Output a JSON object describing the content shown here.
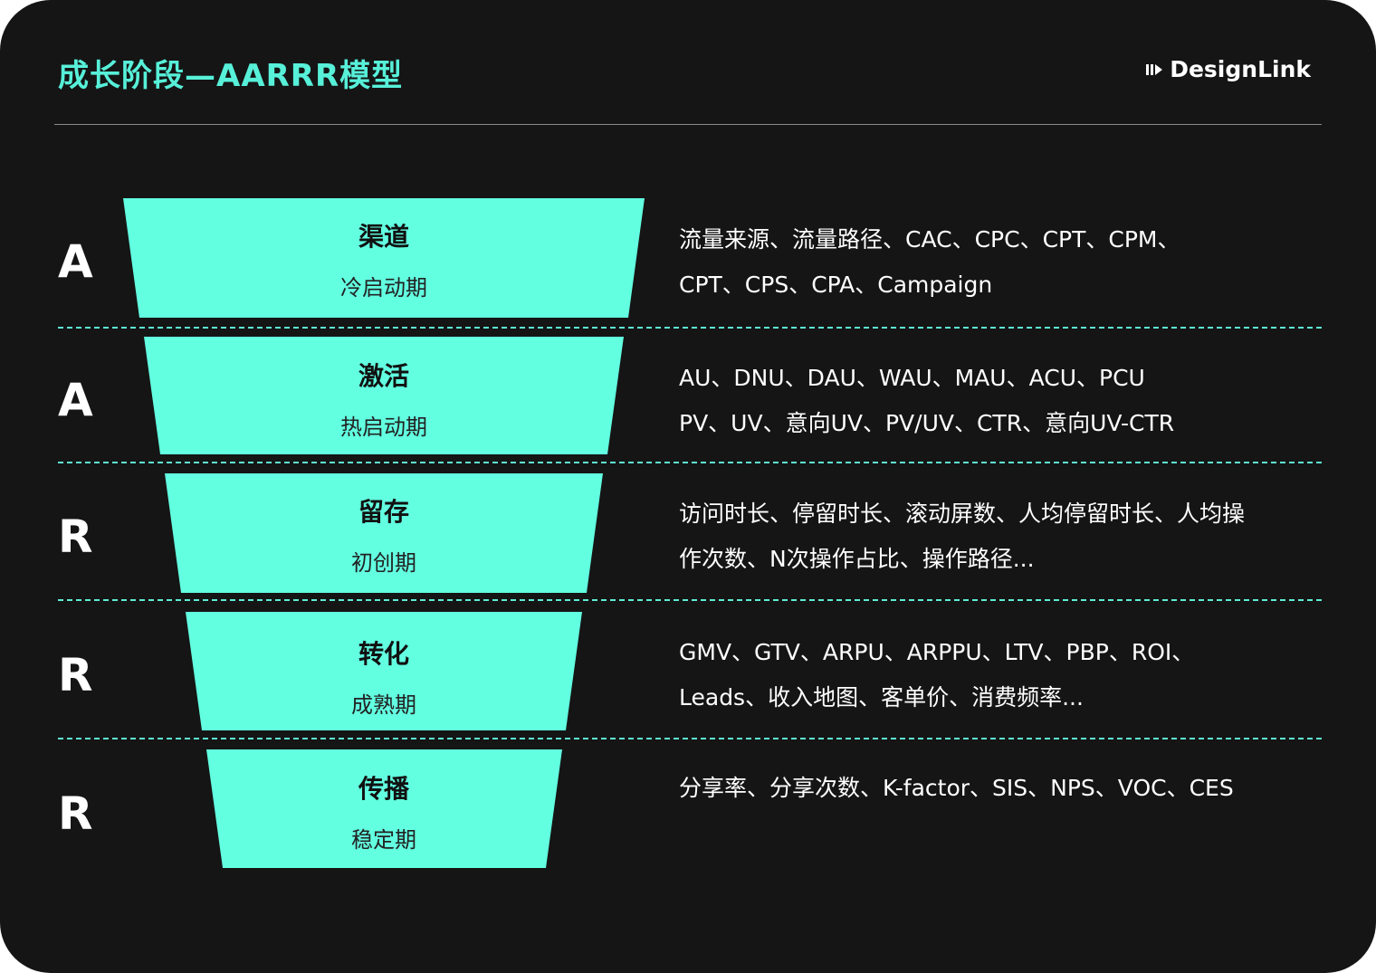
{
  "header": {
    "title": "成长阶段—AARRR模型",
    "brand": "DesignLink",
    "brand_icon": "designlink-logo-icon"
  },
  "colors": {
    "background": "#151515",
    "accent": "#62FFE1",
    "title": "#57F0D9",
    "divider": "#5EEDD4"
  },
  "stages": [
    {
      "letter": "A",
      "name": "渠道",
      "period": "冷启动期",
      "metrics": [
        "流量来源、流量路径、CAC、CPC、CPT、CPM、",
        "CPT、CPS、CPA、Campaign"
      ]
    },
    {
      "letter": "A",
      "name": "激活",
      "period": "热启动期",
      "metrics": [
        "AU、DNU、DAU、WAU、MAU、ACU、PCU",
        "PV、UV、意向UV、PV/UV、CTR、意向UV-CTR"
      ]
    },
    {
      "letter": "R",
      "name": "留存",
      "period": "初创期",
      "metrics": [
        "访问时长、停留时长、滚动屏数、人均停留时长、人均操",
        "作次数、N次操作占比、操作路径..."
      ]
    },
    {
      "letter": "R",
      "name": "转化",
      "period": "成熟期",
      "metrics": [
        "GMV、GTV、ARPU、ARPPU、LTV、PBP、ROI、",
        "Leads、收入地图、客单价、消费频率..."
      ]
    },
    {
      "letter": "R",
      "name": "传播",
      "period": "稳定期",
      "metrics": [
        "分享率、分享次数、K-factor、SIS、NPS、VOC、CES"
      ]
    }
  ]
}
